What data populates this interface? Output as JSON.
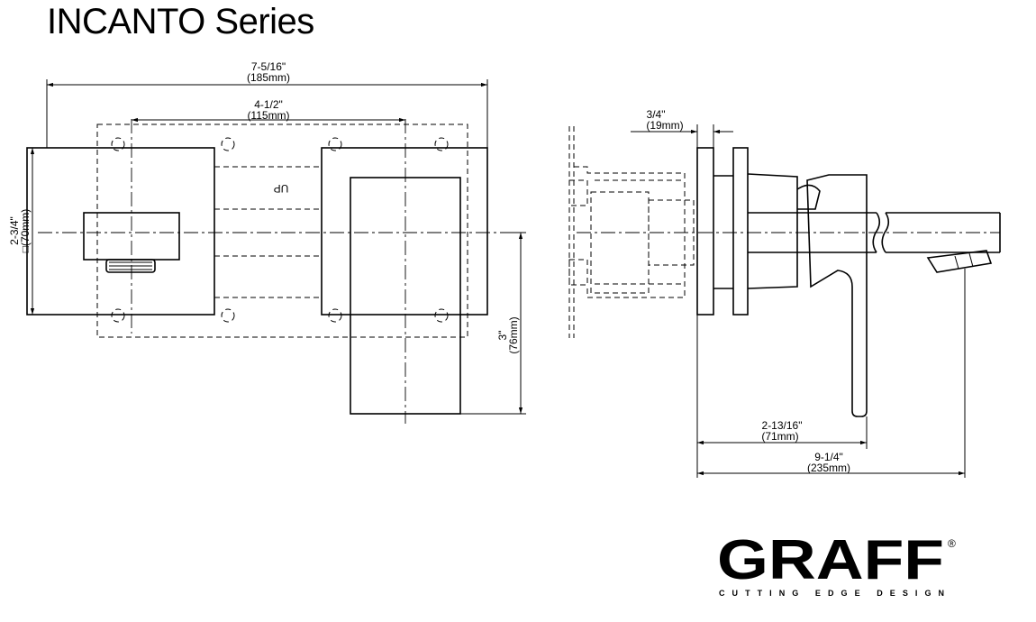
{
  "header": {
    "title": "INCANTO Series"
  },
  "front_view": {
    "overall_width_in": "7-5/16\"",
    "overall_width_mm": "(185mm)",
    "center_dist_in": "4-1/2\"",
    "center_dist_mm": "(115mm)",
    "plate_size_in": "2-3/4\"",
    "plate_size_mm": "□(70mm)",
    "handle_drop_in": "3\"",
    "handle_drop_mm": "(76mm)",
    "up_mark": "UP"
  },
  "side_view": {
    "plate_thickness_in": "3/4\"",
    "plate_thickness_mm": "(19mm)",
    "handle_depth_in": "2-13/16\"",
    "handle_depth_mm": "(71mm)",
    "spout_reach_in": "9-1/4\"",
    "spout_reach_mm": "(235mm)"
  },
  "brand": {
    "name": "GRAFF",
    "registered": "®",
    "tagline": "CUTTING EDGE DESIGN"
  }
}
